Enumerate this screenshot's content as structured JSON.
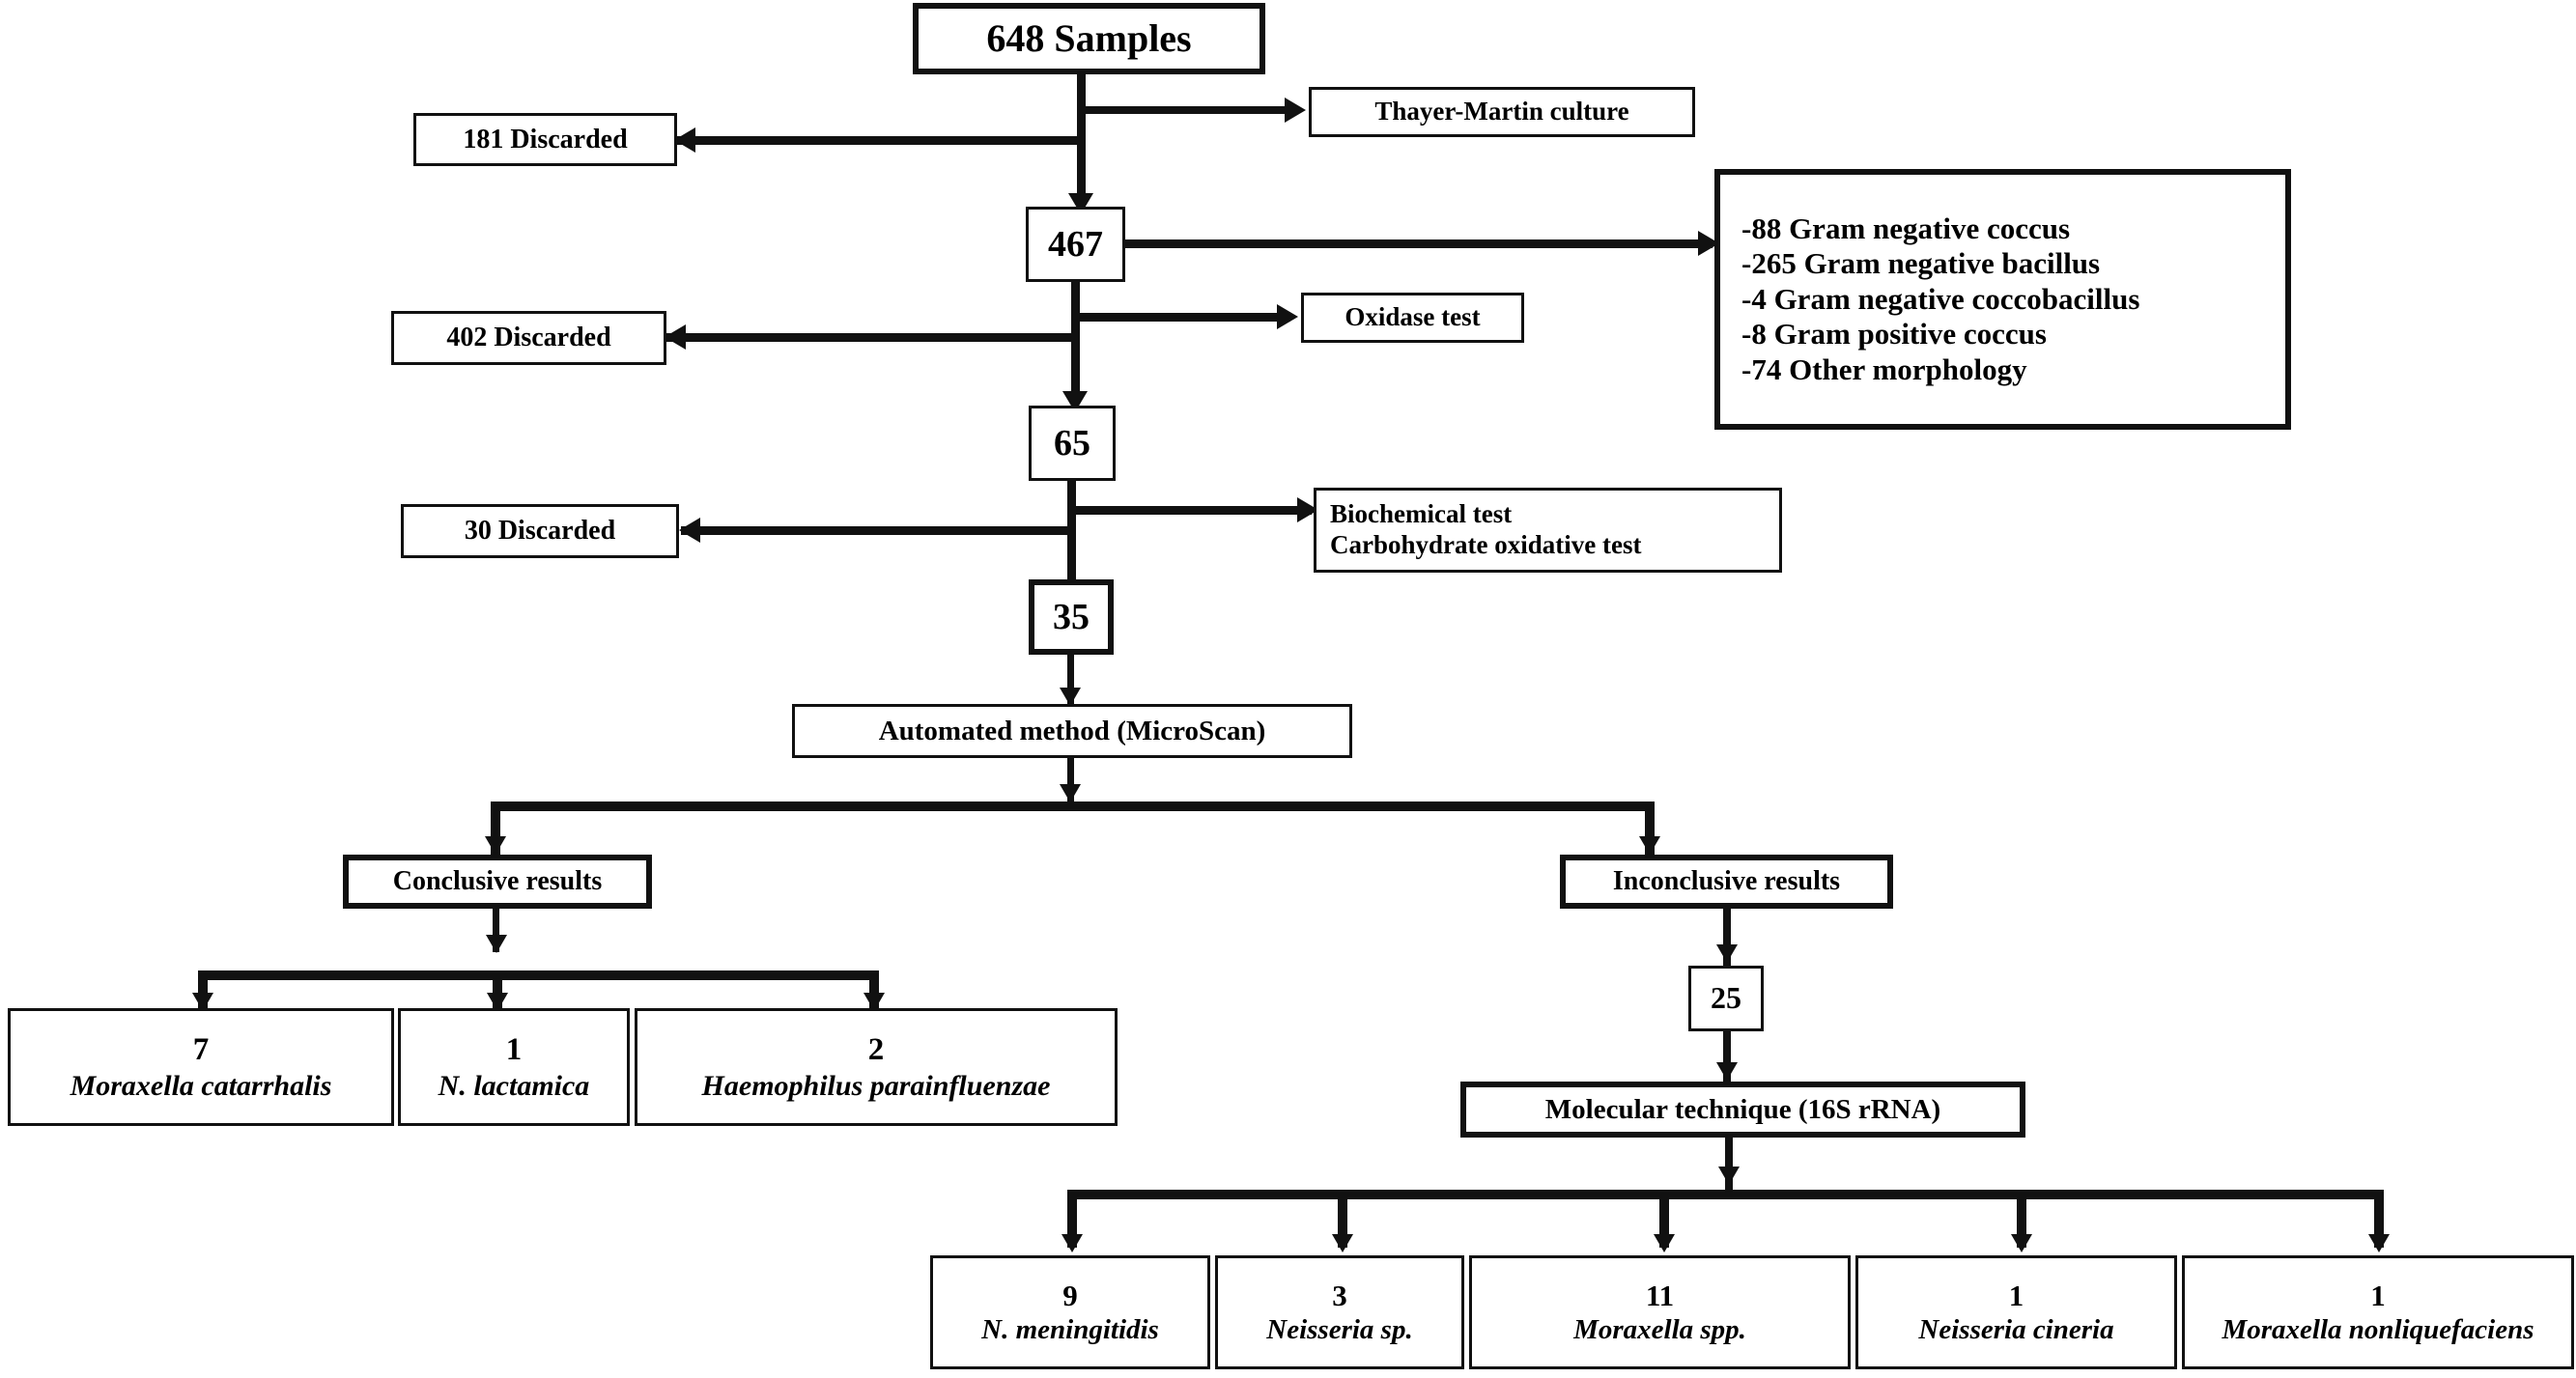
{
  "diagram": {
    "type": "flowchart",
    "title": "Sample processing and bacterial identification flowchart",
    "nodes": {
      "samples": {
        "label": "648 Samples"
      },
      "discarded_181": {
        "label": "181 Discarded"
      },
      "thayer_martin": {
        "label": "Thayer-Martin culture"
      },
      "n467": {
        "label": "467"
      },
      "gram_results": {
        "lines": [
          "-88 Gram negative coccus",
          "-265 Gram negative bacillus",
          "-4 Gram negative coccobacillus",
          "-8 Gram positive coccus",
          "-74 Other morphology"
        ]
      },
      "discarded_402": {
        "label": "402 Discarded"
      },
      "oxidase": {
        "label": "Oxidase test"
      },
      "n65": {
        "label": "65"
      },
      "discarded_30": {
        "label": "30 Discarded"
      },
      "biochemical": {
        "lines": [
          "Biochemical test",
          "Carbohydrate oxidative test"
        ]
      },
      "n35": {
        "label": "35"
      },
      "automated": {
        "label": "Automated method (MicroScan)"
      },
      "conclusive": {
        "label": "Conclusive results"
      },
      "inconclusive": {
        "label": "Inconclusive results"
      },
      "n25": {
        "label": "25"
      },
      "molecular": {
        "label": "Molecular technique (16S rRNA)"
      }
    },
    "conclusive_results": [
      {
        "count": "7",
        "species": "Moraxella catarrhalis"
      },
      {
        "count": "1",
        "species": "N. lactamica"
      },
      {
        "count": "2",
        "species": "Haemophilus parainfluenzae"
      }
    ],
    "molecular_results": [
      {
        "count": "9",
        "species": "N. meningitidis"
      },
      {
        "count": "3",
        "species": "Neisseria sp."
      },
      {
        "count": "11",
        "species": "Moraxella spp."
      },
      {
        "count": "1",
        "species": "Neisseria cineria"
      },
      {
        "count": "1",
        "species": "Moraxella nonliquefaciens"
      }
    ],
    "colors": {
      "line": "#111111",
      "box_fill": "#ffffff",
      "text": "#000000"
    }
  }
}
